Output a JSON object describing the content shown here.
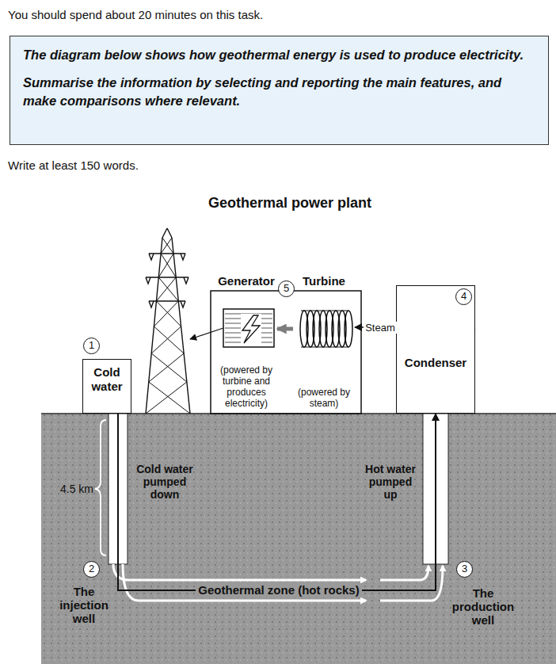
{
  "diagram": {
    "title": "Geothermal power plant",
    "nodes": [
      {
        "text": [
          "The diagram below shows how geothermal energy is used to produce electricity.",
          "Summarise the information by selecting and reporting the main features, and make comparisons where relevant."
        ]
      },
      {
        "text": [
          "Cold water"
        ]
      },
      {
        "text": [
          "Generator",
          "(powered by turbine and produces electricity)"
        ]
      },
      {
        "text": [
          "Turbine",
          "(powered by steam)"
        ]
      },
      {
        "text": [
          "Condenser"
        ]
      }
    ],
    "edges": [
      {
        "from": 3,
        "to": 2,
        "arrow": "to"
      },
      {
        "from": 4,
        "to": 3,
        "label": "Steam",
        "arrow": "to"
      },
      {
        "from": 1,
        "to": 4,
        "arrow": "to"
      }
    ],
    "labels": [
      "You should spend about 20 minutes on this task.",
      "Write at least 150 words.",
      "1",
      "5",
      "4",
      "4.5 km",
      "Cold water pumped down",
      "Hot water pumped up",
      "2",
      "The injection well",
      "Geothermal zone (hot rocks)",
      "3",
      "The production well"
    ]
  }
}
